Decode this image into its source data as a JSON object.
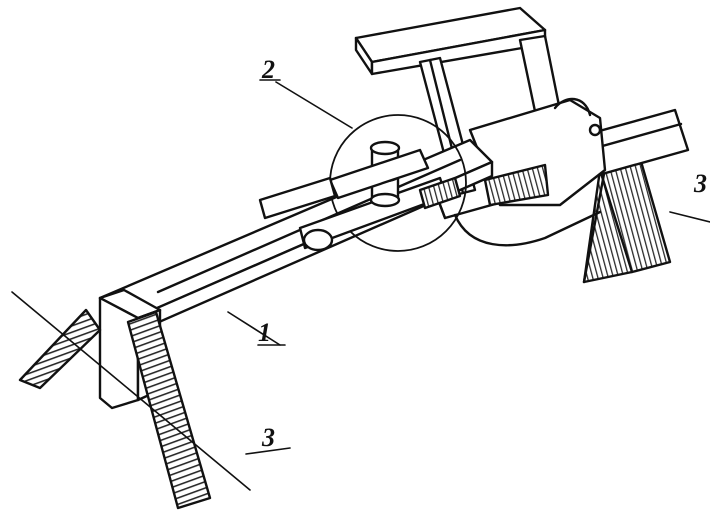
{
  "callouts": [
    {
      "id": "frame",
      "label": "1"
    },
    {
      "id": "clamp-assembly",
      "label": "2"
    },
    {
      "id": "rear-support",
      "label": "3"
    },
    {
      "id": "front-support",
      "label": "3"
    }
  ],
  "colors": {
    "ink": "#111111",
    "hatch": "#2a2a2a",
    "paper": "#ffffff"
  }
}
